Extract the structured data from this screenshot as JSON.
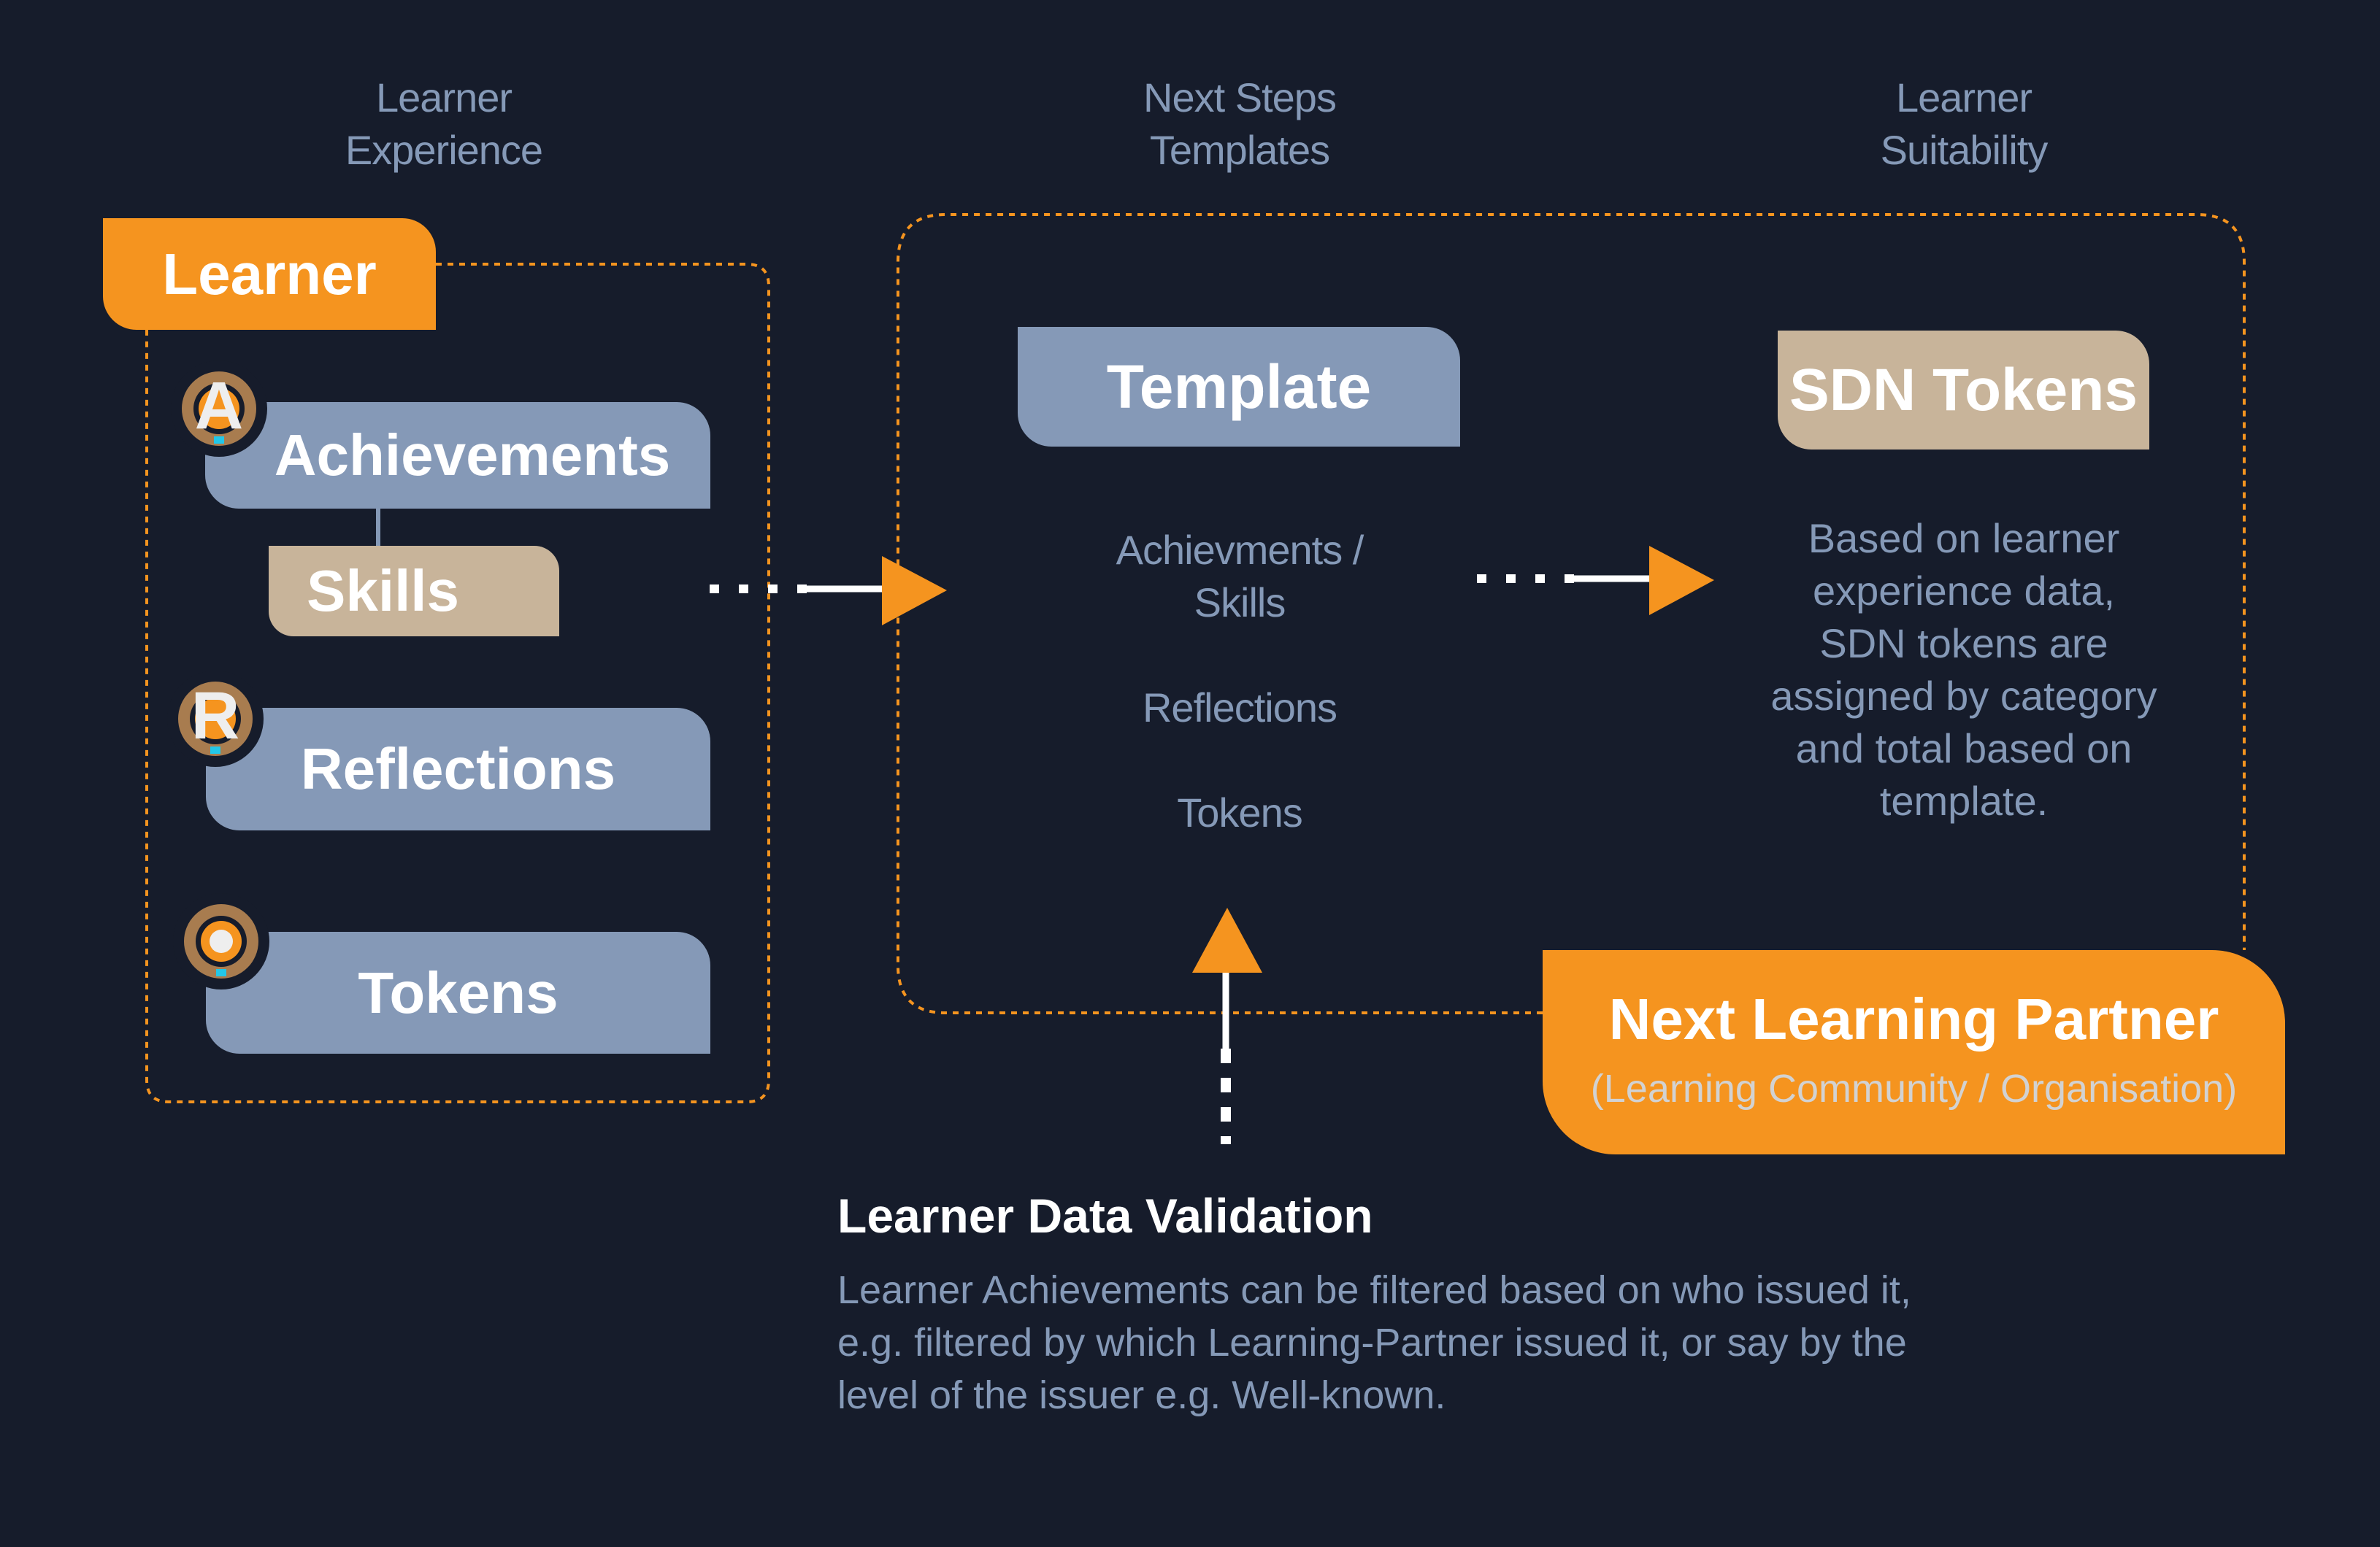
{
  "columns": {
    "experience": [
      "Learner",
      "Experience"
    ],
    "templates": [
      "Next Steps",
      "Templates"
    ],
    "suitability": [
      "Learner",
      "Suitability"
    ]
  },
  "learner_panel": {
    "title": "Learner",
    "items": [
      {
        "label": "Achievements",
        "badge_letter": "A",
        "icon": "achievement-badge-icon"
      },
      {
        "label": "Skills"
      },
      {
        "label": "Reflections",
        "badge_letter": "R",
        "icon": "reflection-badge-icon"
      },
      {
        "label": "Tokens",
        "icon": "token-badge-icon"
      }
    ]
  },
  "template_panel": {
    "title": "Template",
    "fields": [
      "Achievments /",
      "Skills",
      "Reflections",
      "Tokens"
    ]
  },
  "tokens_panel": {
    "title": "SDN Tokens",
    "description": [
      "Based on learner",
      "experience data,",
      "SDN tokens are",
      "assigned by category",
      "and total based on",
      "template."
    ]
  },
  "partner": {
    "title": "Next Learning Partner",
    "subtitle": "(Learning Community / Organisation)"
  },
  "validation": {
    "title": "Learner Data Validation",
    "body": [
      "Learner Achievements can be filtered based on who issued it,",
      "e.g. filtered by which Learning-Partner issued it, or say by the",
      "level of the issuer e.g. Well-known."
    ]
  },
  "colors": {
    "background": "#161c2b",
    "accent_orange": "#f5941f",
    "slate": "#8599b7",
    "tan": "#c8b49a",
    "badge_brown": "#a87c4f",
    "badge_cyan": "#22c7e8"
  }
}
